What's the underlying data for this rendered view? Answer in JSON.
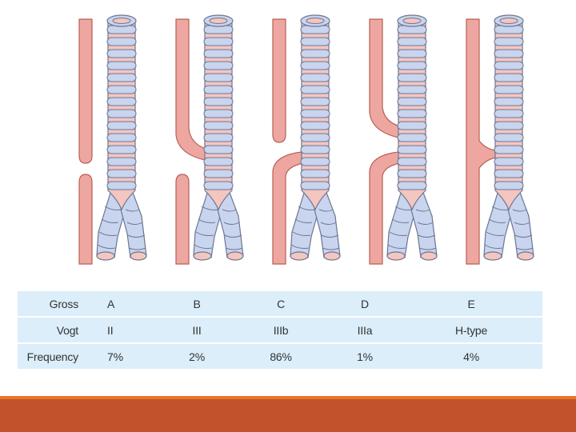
{
  "colors": {
    "esophagus": "#eea7a0",
    "esophagus_stroke": "#b85f58",
    "trachea_ring": "#c9d4ee",
    "trachea_stroke": "#6d7692",
    "trachea_gap": "#f4c6c0",
    "table_background": "#dbeefa",
    "footer_bar": "#c0532b",
    "footer_accent": "#e8762b"
  },
  "table": {
    "rows": [
      {
        "label": "Gross",
        "values": [
          "A",
          "B",
          "C",
          "D",
          "E"
        ]
      },
      {
        "label": "Vogt",
        "values": [
          "II",
          "III",
          "IIIb",
          "IIIa",
          "H-type"
        ]
      },
      {
        "label": "Frequency",
        "values": [
          "7%",
          "2%",
          "86%",
          "1%",
          "4%"
        ]
      }
    ]
  },
  "variants": [
    {
      "upper_fistula": false,
      "lower_fistula": false,
      "continuous": false
    },
    {
      "upper_fistula": true,
      "lower_fistula": false,
      "continuous": false
    },
    {
      "upper_fistula": false,
      "lower_fistula": true,
      "continuous": false
    },
    {
      "upper_fistula": true,
      "lower_fistula": true,
      "continuous": false
    },
    {
      "upper_fistula": false,
      "lower_fistula": false,
      "continuous": true
    }
  ]
}
